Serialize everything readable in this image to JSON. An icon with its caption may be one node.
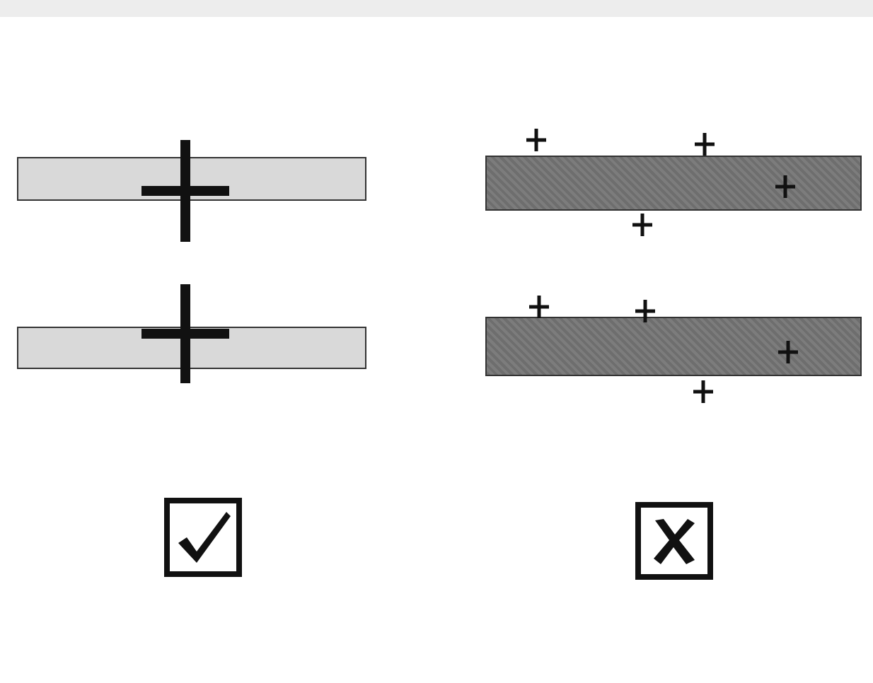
{
  "diagram": {
    "nodes": [
      {
        "text": [],
        "shape": "bar"
      },
      {
        "text": [],
        "shape": "bar"
      },
      {
        "text": [],
        "shape": "bar"
      },
      {
        "text": [],
        "shape": "bar"
      },
      {
        "text": [],
        "shape": "box"
      },
      {
        "text": [],
        "shape": "box"
      }
    ]
  }
}
